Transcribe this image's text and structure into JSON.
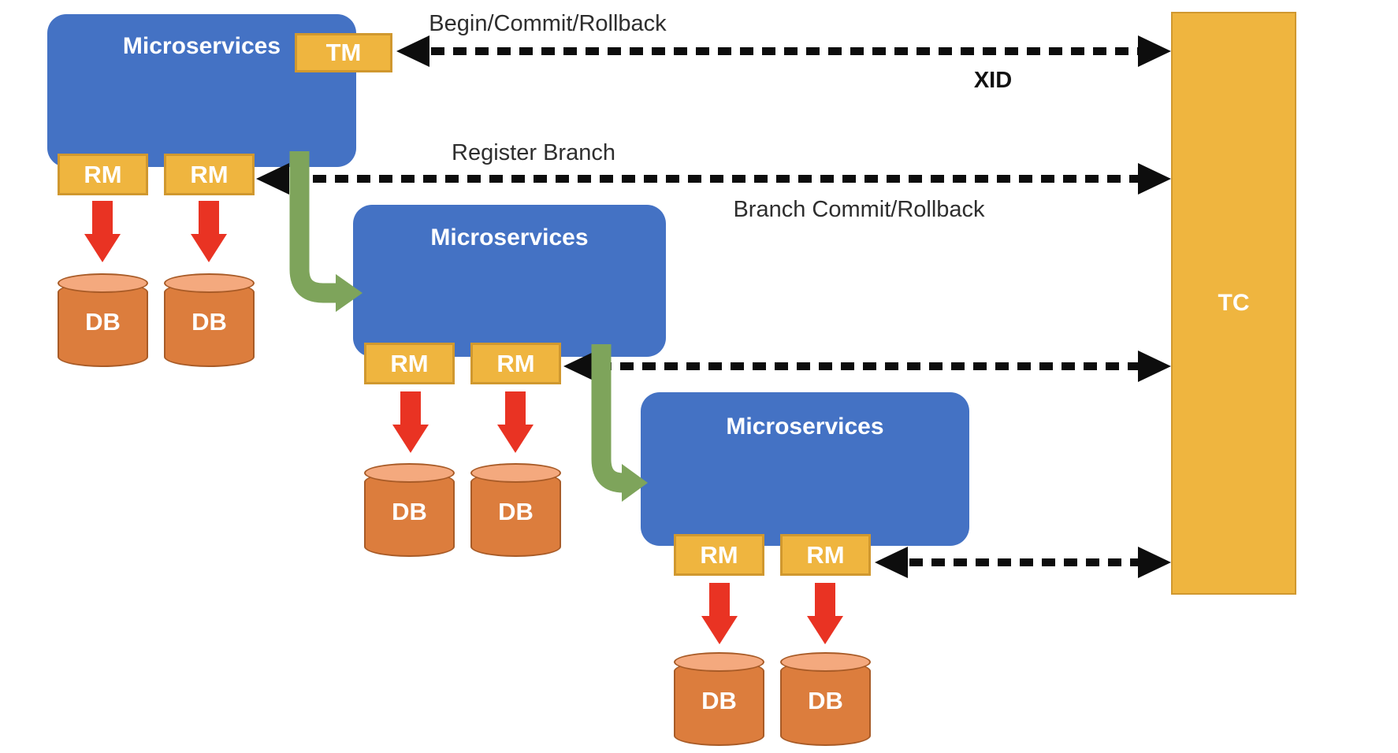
{
  "services": [
    {
      "label": "Microservices",
      "tm": "TM",
      "rm1": "RM",
      "rm2": "RM",
      "db1": "DB",
      "db2": "DB"
    },
    {
      "label": "Microservices",
      "rm1": "RM",
      "rm2": "RM",
      "db1": "DB",
      "db2": "DB"
    },
    {
      "label": "Microservices",
      "rm1": "RM",
      "rm2": "RM",
      "db1": "DB",
      "db2": "DB"
    }
  ],
  "tc_label": "TC",
  "arrow_labels": {
    "begin_commit_rollback": "Begin/Commit/Rollback",
    "xid": "XID",
    "register_branch": "Register Branch",
    "branch_commit_rollback": "Branch Commit/Rollback"
  },
  "colors": {
    "service-blue": "#4472c4",
    "accent-orange": "#efb53f",
    "accent-orange-border": "#d0982f",
    "db-body": "#dc7d3d",
    "db-top": "#f4a97e",
    "db-outline": "#a85b27",
    "arrow-red": "#e93323",
    "arrow-green": "#7ea45b",
    "line-black": "#0d0d0d",
    "label-dark": "#2e2e2e"
  }
}
